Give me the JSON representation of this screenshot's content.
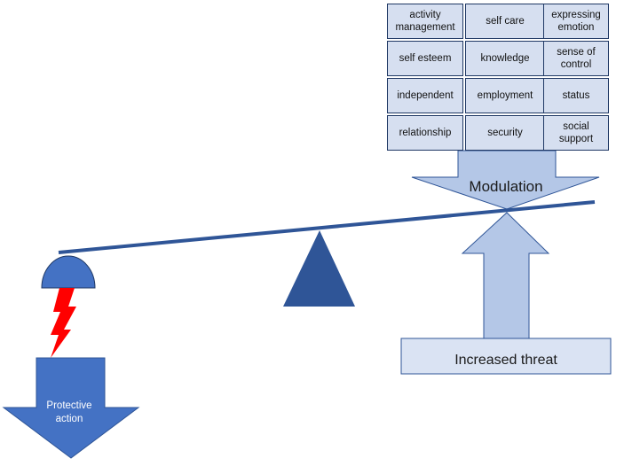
{
  "factors": [
    [
      "activity management",
      "self care",
      "expressing emotion"
    ],
    [
      "self esteem",
      "knowledge",
      "sense of control"
    ],
    [
      "independent",
      "employment",
      "status"
    ],
    [
      "relationship",
      "security",
      "social support"
    ]
  ],
  "labels": {
    "modulation": "Modulation",
    "increased_threat": "Increased threat",
    "protective_action": "Protective action"
  },
  "colors": {
    "beam": "#2f5597",
    "fulcrum": "#2f5597",
    "protective_blue": "#4472c4",
    "light_blue": "#b4c7e7",
    "pale_blue": "#dae3f3",
    "cell_fill": "#d6dff0",
    "outline": "#1f3864",
    "lightning": "#ff0000"
  }
}
